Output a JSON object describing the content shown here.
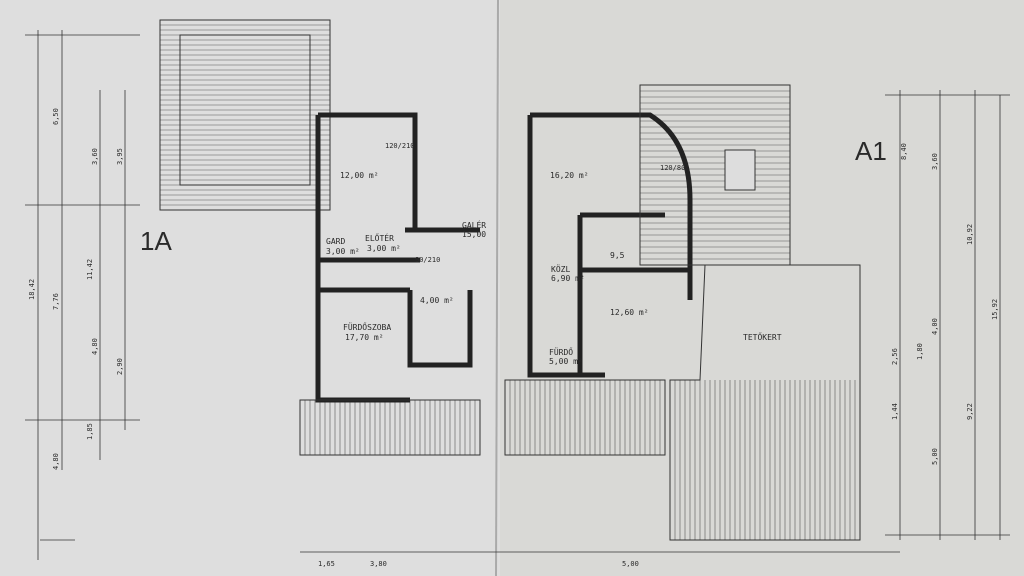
{
  "sheet_left": {
    "section_mark": "1A",
    "rooms": [
      {
        "name": "",
        "area": "12,00 m²"
      },
      {
        "name": "GARD",
        "area": "3,00 m²"
      },
      {
        "name": "ELŐTÉR",
        "area": "3,00 m²"
      },
      {
        "name": "GALÉR",
        "area": "15,00"
      },
      {
        "name": "FÜRDŐSZOBA",
        "area": "17,70 m²"
      },
      {
        "name": "",
        "area": "4,00 m²"
      }
    ],
    "dimensions_vertical": [
      "18,42",
      "7,76",
      "11,42",
      "6,50",
      "3,60",
      "3,95",
      "4,80",
      "2,90",
      "1,85",
      "4,80"
    ],
    "dimensions_bottom": [
      "1,65",
      "3,80"
    ]
  },
  "sheet_right": {
    "section_mark": "A1",
    "rooms": [
      {
        "name": "",
        "area": "16,20 m²"
      },
      {
        "name": "",
        "area": "9,5"
      },
      {
        "name": "KÖZL",
        "area": "6,90 m²"
      },
      {
        "name": "",
        "area": "12,60 m²"
      },
      {
        "name": "FÜRDŐ",
        "area": "5,00 m²"
      },
      {
        "name": "TETŐKERT",
        "area": ""
      }
    ],
    "dimensions_vertical": [
      "15,92",
      "10,92",
      "9,22",
      "8,40",
      "5,00",
      "4,00",
      "3,60",
      "2,56",
      "1,80",
      "1,44"
    ],
    "dimensions_bottom": [
      "5,00"
    ]
  },
  "door_labels": [
    "120/210",
    "90/210",
    "120/80"
  ]
}
